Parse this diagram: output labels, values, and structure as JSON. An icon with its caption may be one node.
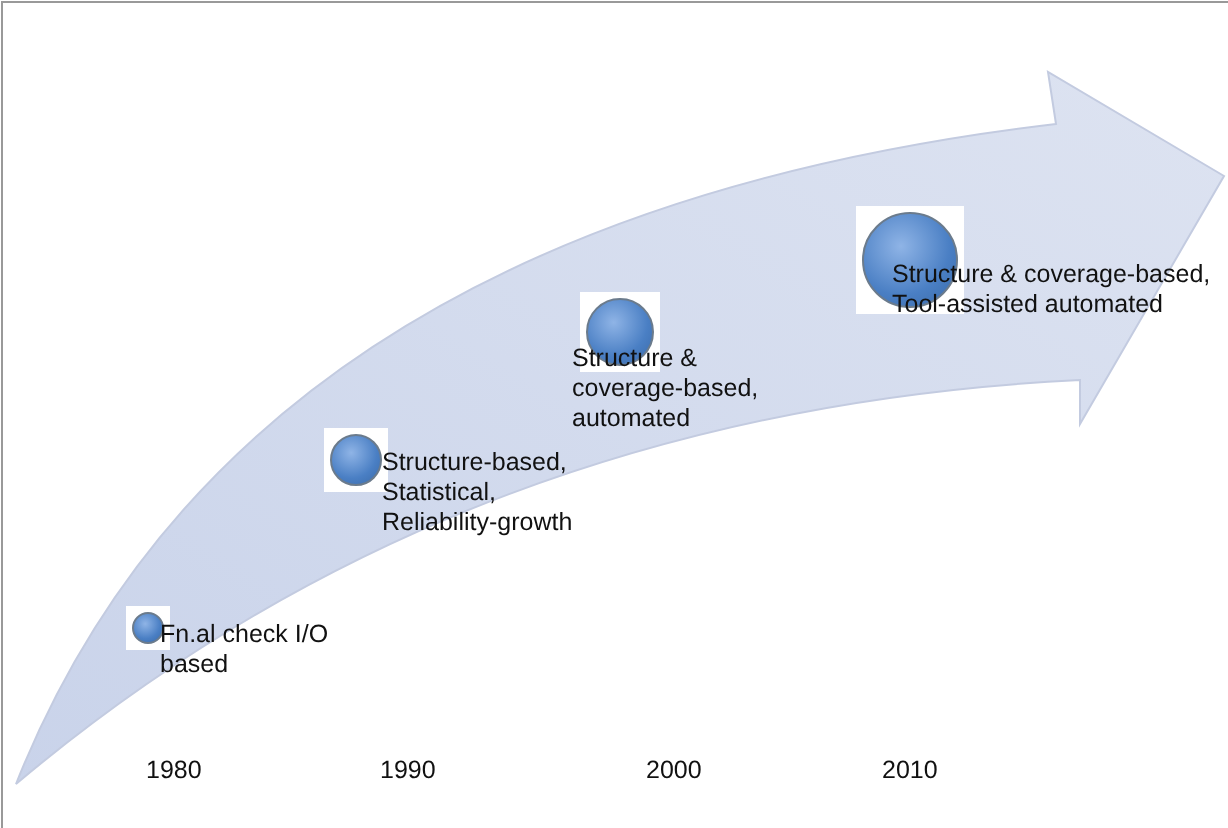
{
  "diagram": {
    "nodes": [
      {
        "text": [],
        "shape": "circle",
        "beside": [
          "Fn.al check I/O based"
        ]
      },
      {
        "text": [],
        "shape": "circle",
        "beside": [
          "Structure-based, Statistical, Reliability-growth"
        ]
      },
      {
        "text": [],
        "shape": "circle",
        "beside": [
          "Structure & coverage-based, automated"
        ]
      },
      {
        "text": [],
        "shape": "circle",
        "beside": [
          "Structure & coverage-based, Tool-assisted automated"
        ]
      }
    ],
    "edges": [],
    "labels": [
      "1980",
      "1990",
      "2000",
      "2010"
    ]
  }
}
